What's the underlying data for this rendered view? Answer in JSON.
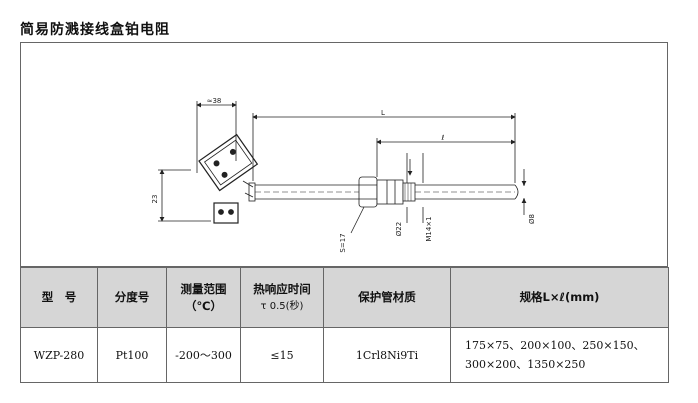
{
  "title": "简易防溅接线盒铂电阻",
  "drawing": {
    "dim_38": "≈38",
    "dim_L": "L",
    "dim_l": "ℓ",
    "dim_23": "23",
    "dim_s17": "S=17",
    "dim_d22": "Ø22",
    "dim_m14": "M14×1",
    "dim_d8": "Ø8"
  },
  "table": {
    "headers": {
      "model": "型　号",
      "grade": "分度号",
      "range_line1": "测量范围",
      "range_line2": "（℃）",
      "time_line1": "热响应时间",
      "time_line2": "τ 0.5(秒)",
      "material": "保护管材质",
      "spec": "规格L×ℓ(mm)"
    },
    "rows": [
      {
        "model": "WZP-280",
        "grade": "Pt100",
        "range": "-200～300",
        "time": "≤15",
        "material": "1Crl8Ni9Ti",
        "spec_line1": "175×75、200×100、250×150、",
        "spec_line2": "300×200、1350×250"
      }
    ]
  }
}
